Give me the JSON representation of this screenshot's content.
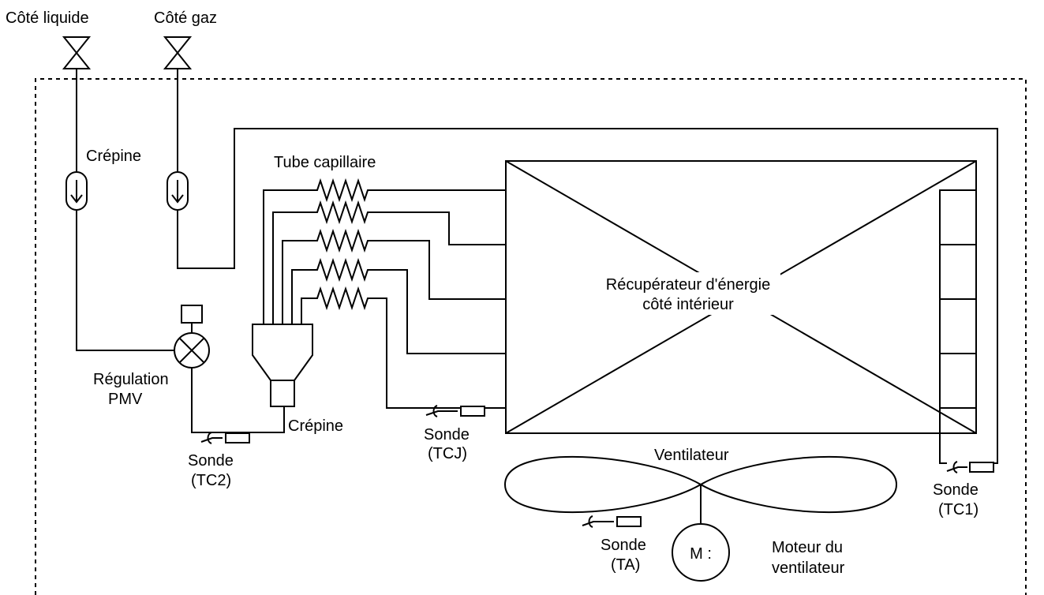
{
  "labels": {
    "liquid_side": "Côté liquide",
    "gas_side": "Côté gaz",
    "strainer_top": "Crépine",
    "capillary_tube": "Tube capillaire",
    "heat_exchanger_line1": "Récupérateur d'énergie",
    "heat_exchanger_line2": "côté intérieur",
    "pmv_line1": "Régulation",
    "pmv_line2": "PMV",
    "strainer_bottom": "Crépine",
    "sensor_tc2_line1": "Sonde",
    "sensor_tc2_line2": "(TC2)",
    "sensor_tcj_line1": "Sonde",
    "sensor_tcj_line2": "(TCJ)",
    "fan": "Ventilateur",
    "sensor_tc1_line1": "Sonde",
    "sensor_tc1_line2": "(TC1)",
    "sensor_ta_line1": "Sonde",
    "sensor_ta_line2": "(TA)",
    "motor_symbol": "M :",
    "motor_line1": "Moteur du",
    "motor_line2": "ventilateur"
  }
}
